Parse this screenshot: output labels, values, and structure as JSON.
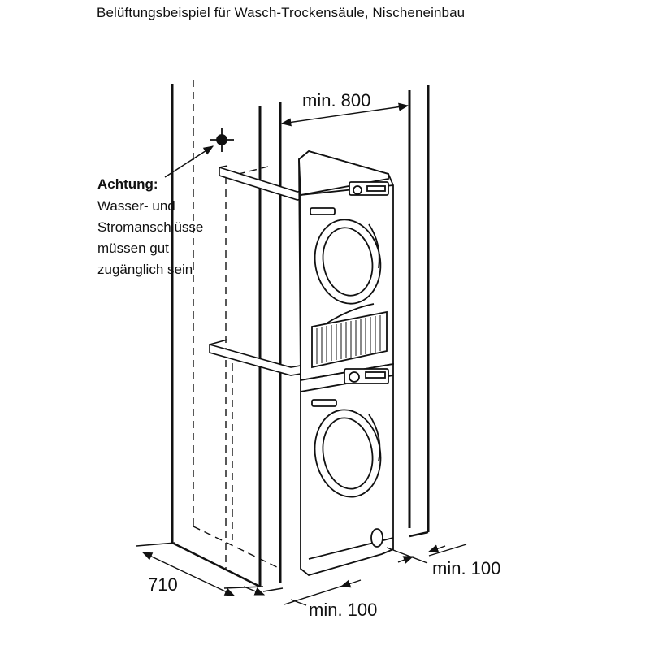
{
  "title": "Belüftungsbeispiel für Wasch-Trockensäule, Nischeneinbau",
  "note": {
    "heading": "Achtung:",
    "lines": [
      "Wasser- und",
      "Stromanschlüsse",
      "müssen gut",
      "zugänglich sein"
    ]
  },
  "dimensions": {
    "width": "min. 800",
    "depth": "710",
    "gap_front": "min. 100",
    "gap_side": "min. 100"
  },
  "colors": {
    "line": "#111111",
    "machine_fill": "#ffffff"
  }
}
